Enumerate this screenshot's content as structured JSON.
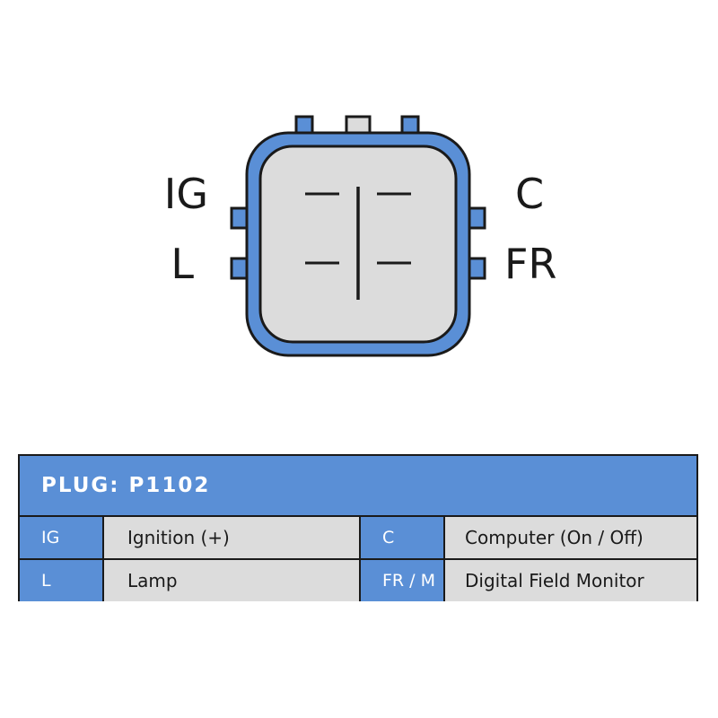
{
  "diagram": {
    "pin_labels_left": [
      "IG",
      "L"
    ],
    "pin_labels_right": [
      "C",
      "FR"
    ]
  },
  "table": {
    "header": "PLUG: P1102",
    "rows": [
      [
        {
          "code": "IG",
          "description": "Ignition (+)"
        },
        {
          "code": "C",
          "description": "Computer (On / Off)"
        }
      ],
      [
        {
          "code": "L",
          "description": "Lamp"
        },
        {
          "code": "FR / M",
          "description": "Digital Field Monitor"
        }
      ]
    ]
  },
  "colors": {
    "connector_blue": "#5a8fd6",
    "connector_face": "#dcdcdc",
    "outline": "#1a1a1a"
  }
}
